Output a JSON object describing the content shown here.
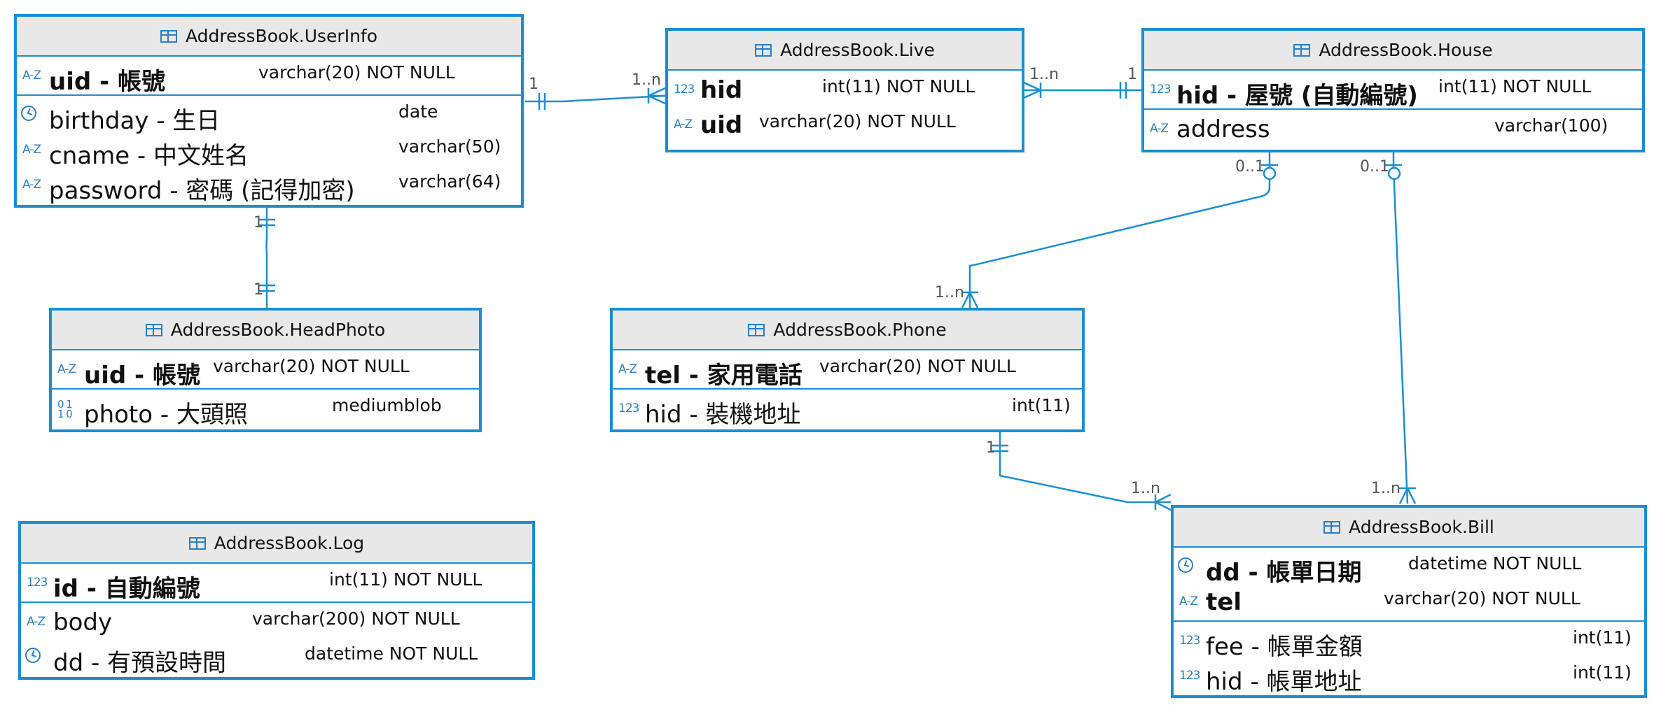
{
  "tables": {
    "userinfo": {
      "title": "AddressBook.UserInfo",
      "pk": [
        {
          "icon": "A-Z",
          "name": "uid - 帳號",
          "type": "varchar(20) NOT NULL"
        }
      ],
      "cols": [
        {
          "icon": "clock",
          "name": "birthday - 生日",
          "type": "date"
        },
        {
          "icon": "A-Z",
          "name": "cname - 中文姓名",
          "type": "varchar(50)"
        },
        {
          "icon": "A-Z",
          "name": "password - 密碼 (記得加密)",
          "type": "varchar(64)"
        }
      ]
    },
    "live": {
      "title": "AddressBook.Live",
      "pk": [
        {
          "icon": "123",
          "name": "hid",
          "type": "int(11) NOT NULL"
        },
        {
          "icon": "A-Z",
          "name": "uid",
          "type": "varchar(20) NOT NULL"
        }
      ],
      "cols": []
    },
    "house": {
      "title": "AddressBook.House",
      "pk": [
        {
          "icon": "123",
          "name": "hid - 屋號 (自動編號)",
          "type": "int(11) NOT NULL"
        }
      ],
      "cols": [
        {
          "icon": "A-Z",
          "name": "address",
          "type": "varchar(100)"
        }
      ]
    },
    "headphoto": {
      "title": "AddressBook.HeadPhoto",
      "pk": [
        {
          "icon": "A-Z",
          "name": "uid - 帳號",
          "type": "varchar(20) NOT NULL"
        }
      ],
      "cols": [
        {
          "icon": "01",
          "name": "photo - 大頭照",
          "type": "mediumblob"
        }
      ]
    },
    "phone": {
      "title": "AddressBook.Phone",
      "pk": [
        {
          "icon": "A-Z",
          "name": "tel - 家用電話",
          "type": "varchar(20) NOT NULL"
        }
      ],
      "cols": [
        {
          "icon": "123",
          "name": "hid - 裝機地址",
          "type": "int(11)"
        }
      ]
    },
    "log": {
      "title": "AddressBook.Log",
      "pk": [
        {
          "icon": "123",
          "name": "id - 自動編號",
          "type": "int(11) NOT NULL"
        }
      ],
      "cols": [
        {
          "icon": "A-Z",
          "name": "body",
          "type": "varchar(200) NOT NULL"
        },
        {
          "icon": "clock",
          "name": "dd - 有預設時間",
          "type": "datetime NOT NULL"
        }
      ]
    },
    "bill": {
      "title": "AddressBook.Bill",
      "pk": [
        {
          "icon": "clock",
          "name": "dd - 帳單日期",
          "type": "datetime NOT NULL"
        },
        {
          "icon": "A-Z",
          "name": "tel",
          "type": "varchar(20) NOT NULL"
        }
      ],
      "cols": [
        {
          "icon": "123",
          "name": "fee - 帳單金額",
          "type": "int(11)"
        },
        {
          "icon": "123",
          "name": "hid - 帳單地址",
          "type": "int(11)"
        }
      ]
    }
  },
  "cardinality": {
    "userinfo_live_one": "1",
    "userinfo_live_many": "1..n",
    "live_house_many": "1..n",
    "live_house_one": "1",
    "userinfo_headphoto_top": "1",
    "userinfo_headphoto_bottom": "1",
    "house_phone_zero": "0..1",
    "house_phone_many": "1..n",
    "house_bill_zero": "0..1",
    "house_bill_many": "1..n",
    "phone_bill_one": "1",
    "phone_bill_many": "1..n"
  },
  "colors": {
    "border": "#1a8ed1",
    "header_bg": "#e8e8e8",
    "icon": "#2a7fc3",
    "line": "#1a8ed1"
  }
}
